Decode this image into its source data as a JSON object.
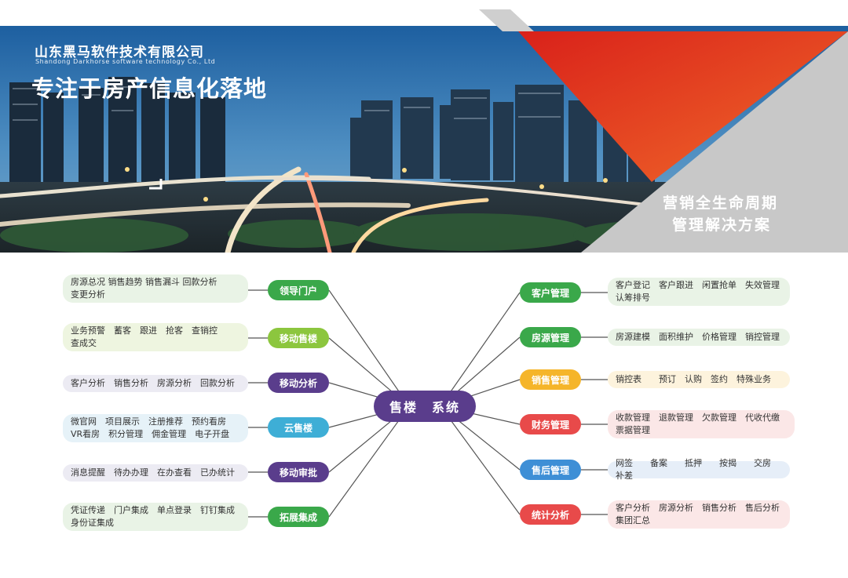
{
  "banner": {
    "company_cn": "山东黑马软件技术有限公司",
    "company_en": "Shandong Darkhorse software technology Co., Ltd",
    "slogan": "专注于房产信息化落地",
    "solution_line1": "营销全生命周期",
    "solution_line2": "管理解决方案"
  },
  "colors": {
    "accent_red": "#e63a1e",
    "accent_gray": "#c8c8c8",
    "center_purple": "#5a3d8c"
  },
  "center": {
    "label": "售楼　系统"
  },
  "left_nodes": [
    {
      "label": "领导门户",
      "color": "#3aa84a",
      "box_color": "#e9f3e6",
      "detail": "房源总况 销售趋势 销售漏斗 回款分析\n变更分析"
    },
    {
      "label": "移动售楼",
      "color": "#8cc63e",
      "box_color": "#eef5e0",
      "detail": "业务预警　蓄客　跟进　抢客　查销控\n查成交"
    },
    {
      "label": "移动分析",
      "color": "#5a3d8c",
      "box_color": "#ecebf3",
      "detail": "客户分析　销售分析　房源分析　回款分析"
    },
    {
      "label": "云售楼",
      "color": "#3eaed6",
      "box_color": "#e6f2f8",
      "detail": "微官网　项目展示　注册推荐　预约看房\nVR看房　积分管理　佣金管理　电子开盘"
    },
    {
      "label": "移动审批",
      "color": "#5a3d8c",
      "box_color": "#ecebf3",
      "detail": "消息提醒　待办办理　在办查看　已办统计"
    },
    {
      "label": "拓展集成",
      "color": "#3aa84a",
      "box_color": "#e9f3e6",
      "detail": "凭证传递　门户集成　单点登录　钉钉集成\n身份证集成"
    }
  ],
  "right_nodes": [
    {
      "label": "客户管理",
      "color": "#3aa84a",
      "box_color": "#e9f3e6",
      "detail": "客户登记　客户跟进　闲置抢单　失效管理\n认筹排号"
    },
    {
      "label": "房源管理",
      "color": "#3aa84a",
      "box_color": "#e9f3e6",
      "detail": "房源建模　面积维护　价格管理　销控管理"
    },
    {
      "label": "销售管理",
      "color": "#f5b52a",
      "box_color": "#fdf3dd",
      "detail": "销控表　　预订　认购　签约　特殊业务"
    },
    {
      "label": "财务管理",
      "color": "#e84a4a",
      "box_color": "#fbe7e7",
      "detail": "收款管理　退款管理　欠款管理　代收代缴\n票据管理"
    },
    {
      "label": "售后管理",
      "color": "#3e8fd6",
      "box_color": "#e6eef8",
      "detail": "网签　　备案　　抵押　　按揭　　交房　　补差"
    },
    {
      "label": "统计分析",
      "color": "#e84a4a",
      "box_color": "#fbe7e7",
      "detail": "客户分析　房源分析　销售分析　售后分析\n集团汇总"
    }
  ]
}
